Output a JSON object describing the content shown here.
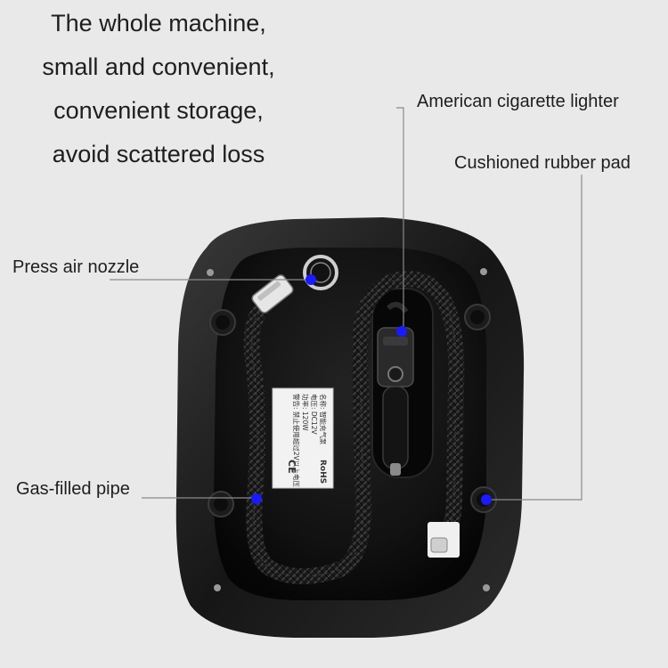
{
  "headline": {
    "lines": [
      "The whole machine,",
      "small and convenient,",
      "convenient storage,",
      "avoid scattered loss"
    ]
  },
  "callouts": {
    "lighter": "American cigarette lighter",
    "pad": "Cushioned rubber pad",
    "nozzle": "Press air nozzle",
    "pipe": "Gas-filled pipe"
  },
  "label_sticker": {
    "lines": [
      "名称: 智能充气泵",
      "电压: DC12V",
      "功率: 120W",
      "警告: 禁止使用超过2V以上电压"
    ],
    "marks": [
      "CE",
      "RoHS"
    ]
  },
  "colors": {
    "background": "#e9e9e9",
    "device_body": "#0e0e0e",
    "marker_dot": "#1a1aff",
    "leader_line": "#8a8a8a"
  }
}
